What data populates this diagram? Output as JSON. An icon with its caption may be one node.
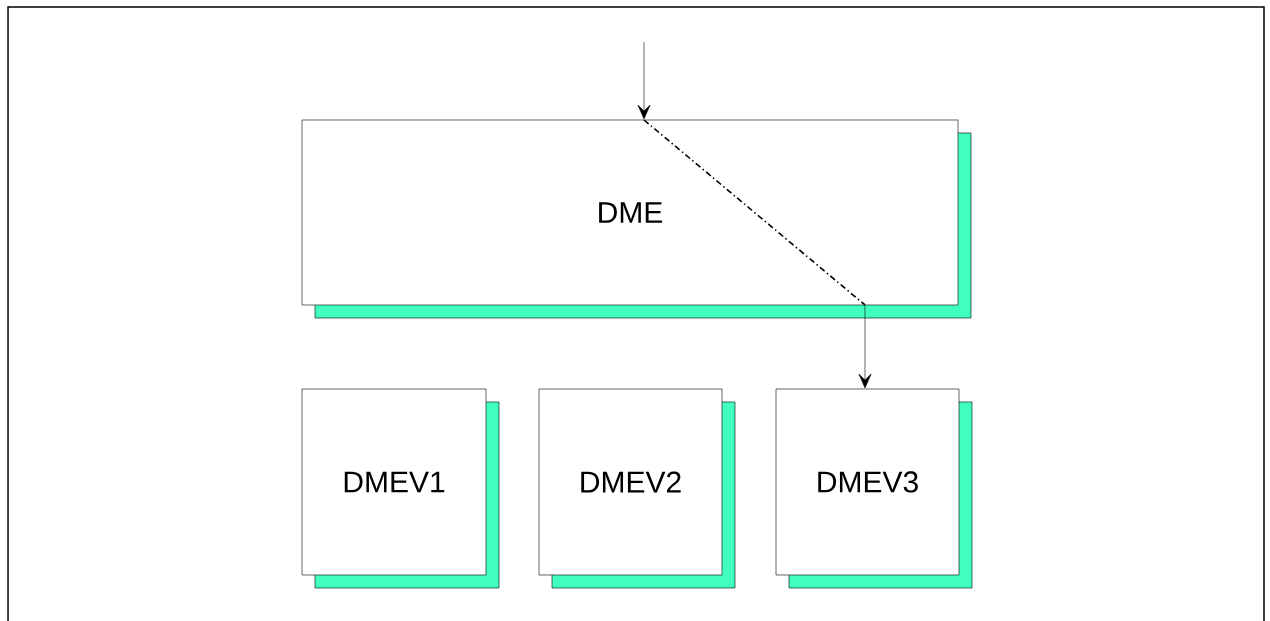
{
  "diagram": {
    "nodes": [
      {
        "text": [
          "DME"
        ]
      },
      {
        "text": [
          "DMEV1"
        ]
      },
      {
        "text": [
          "DMEV2"
        ]
      },
      {
        "text": [
          "DMEV3"
        ]
      }
    ],
    "edges": [
      {
        "from": null,
        "to": 0,
        "arrow": "to"
      },
      {
        "from": 0,
        "to": 3,
        "arrow": "to"
      }
    ]
  }
}
